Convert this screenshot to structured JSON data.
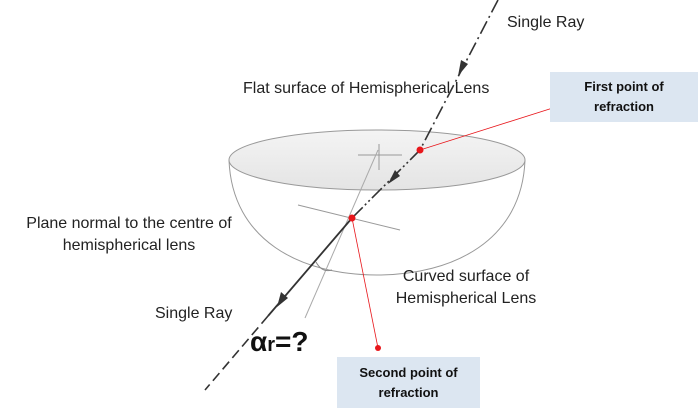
{
  "labels": {
    "single_ray_top": "Single Ray",
    "flat_surface": "Flat surface of Hemispherical Lens",
    "plane_normal_line1": "Plane normal to the centre of",
    "plane_normal_line2": "hemispherical lens",
    "curved_surface_line1": "Curved surface of",
    "curved_surface_line2": "Hemispherical Lens",
    "single_ray_bottom": "Single Ray",
    "alpha_symbol": "α",
    "alpha_sub": "r",
    "alpha_suffix": "=?"
  },
  "callouts": {
    "first_line1": "First point of",
    "first_line2": "refraction",
    "second_line1": "Second point of",
    "second_line2": "refraction"
  },
  "colors": {
    "ray": "#333333",
    "refraction_point": "#e8161b",
    "callout_bg": "#dce6f1"
  }
}
